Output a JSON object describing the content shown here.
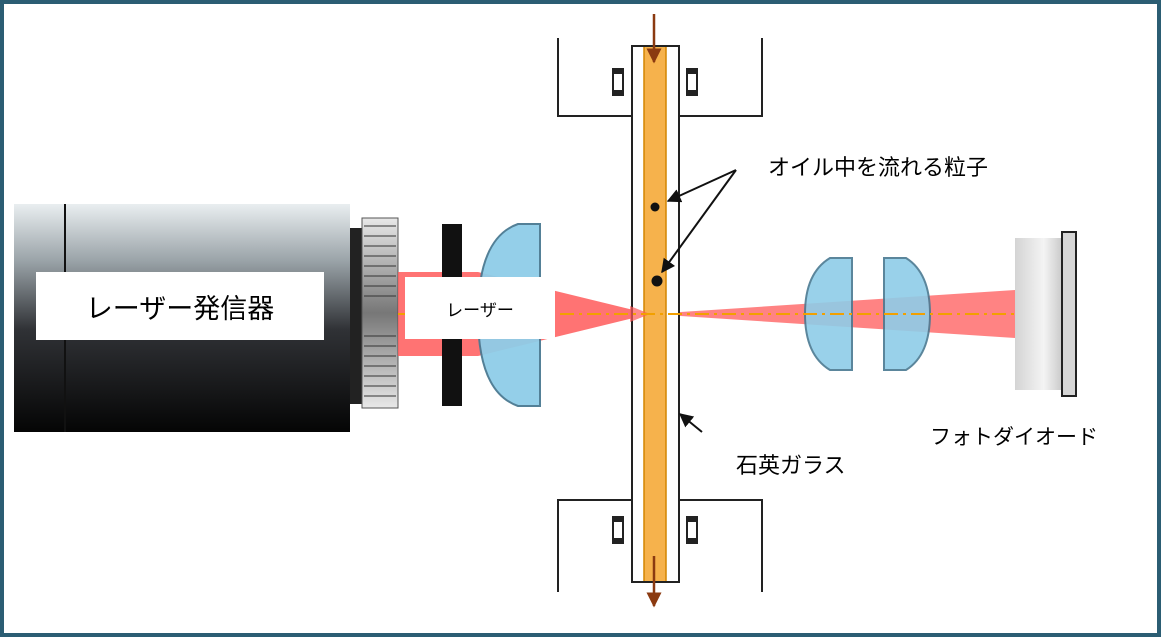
{
  "labels": {
    "laser_generator": "レーザー発信器",
    "laser": "レーザー",
    "particles": "オイル中を流れる粒子",
    "quartz_glass": "石英ガラス",
    "photodiode": "フォトダイオード"
  },
  "colors": {
    "border": "#2b5d73",
    "beam": "#ff5a5a",
    "lens": "#8fcde8",
    "oil": "#f6b24c",
    "flow_arrow": "#8b3a10",
    "axis": "#f2a000"
  }
}
